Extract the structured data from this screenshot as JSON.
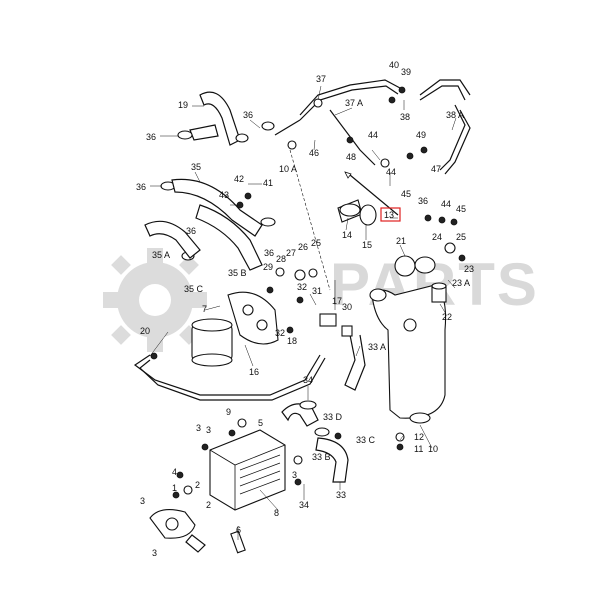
{
  "watermark": {
    "text": "PARTS",
    "color": "#d9d9d9"
  },
  "highlight_color": "#e02020",
  "callouts": [
    {
      "id": "c40",
      "text": "40"
    },
    {
      "id": "c39",
      "text": "39"
    },
    {
      "id": "c37",
      "text": "37"
    },
    {
      "id": "c37a",
      "text": "37 A"
    },
    {
      "id": "c38",
      "text": "38"
    },
    {
      "id": "c38a",
      "text": "38 A"
    },
    {
      "id": "c19",
      "text": "19"
    },
    {
      "id": "c36a",
      "text": "36"
    },
    {
      "id": "c36b",
      "text": "36"
    },
    {
      "id": "c46",
      "text": "46"
    },
    {
      "id": "c10a",
      "text": "10 A"
    },
    {
      "id": "c44a",
      "text": "44"
    },
    {
      "id": "c48",
      "text": "48"
    },
    {
      "id": "c49",
      "text": "49"
    },
    {
      "id": "c47",
      "text": "47"
    },
    {
      "id": "c35",
      "text": "35"
    },
    {
      "id": "c36c",
      "text": "36"
    },
    {
      "id": "c42",
      "text": "42"
    },
    {
      "id": "c43",
      "text": "43"
    },
    {
      "id": "c41",
      "text": "41"
    },
    {
      "id": "c44b",
      "text": "44"
    },
    {
      "id": "c45a",
      "text": "45"
    },
    {
      "id": "c44c",
      "text": "44"
    },
    {
      "id": "c45b",
      "text": "45"
    },
    {
      "id": "c36d",
      "text": "36"
    },
    {
      "id": "c14",
      "text": "14"
    },
    {
      "id": "c15",
      "text": "15"
    },
    {
      "id": "c13",
      "text": "13"
    },
    {
      "id": "c21",
      "text": "21"
    },
    {
      "id": "c24",
      "text": "24"
    },
    {
      "id": "c25b",
      "text": "25"
    },
    {
      "id": "c35a",
      "text": "35 A"
    },
    {
      "id": "c35b",
      "text": "35 B"
    },
    {
      "id": "c36e",
      "text": "36"
    },
    {
      "id": "c36f",
      "text": "36"
    },
    {
      "id": "c35c",
      "text": "35 C"
    },
    {
      "id": "c29",
      "text": "29"
    },
    {
      "id": "c28",
      "text": "28"
    },
    {
      "id": "c27",
      "text": "27"
    },
    {
      "id": "c26",
      "text": "26"
    },
    {
      "id": "c25",
      "text": "25"
    },
    {
      "id": "c32a",
      "text": "32"
    },
    {
      "id": "c31",
      "text": "31"
    },
    {
      "id": "c23",
      "text": "23"
    },
    {
      "id": "c23a",
      "text": "23 A"
    },
    {
      "id": "c30",
      "text": "30"
    },
    {
      "id": "c22",
      "text": "22"
    },
    {
      "id": "c7",
      "text": "7"
    },
    {
      "id": "c20",
      "text": "20"
    },
    {
      "id": "c32b",
      "text": "32"
    },
    {
      "id": "c18",
      "text": "18"
    },
    {
      "id": "c17",
      "text": "17"
    },
    {
      "id": "c33a",
      "text": "33 A"
    },
    {
      "id": "c16",
      "text": "16"
    },
    {
      "id": "c34a",
      "text": "34"
    },
    {
      "id": "c9",
      "text": "9"
    },
    {
      "id": "c5",
      "text": "5"
    },
    {
      "id": "c33d",
      "text": "33 D"
    },
    {
      "id": "c3a",
      "text": "3"
    },
    {
      "id": "c3b",
      "text": "3"
    },
    {
      "id": "c33c",
      "text": "33 C"
    },
    {
      "id": "c12",
      "text": "12"
    },
    {
      "id": "c11",
      "text": "11"
    },
    {
      "id": "c10",
      "text": "10"
    },
    {
      "id": "c33b",
      "text": "33 B"
    },
    {
      "id": "c4",
      "text": "4"
    },
    {
      "id": "c1",
      "text": "1"
    },
    {
      "id": "c2",
      "text": "2"
    },
    {
      "id": "c3c",
      "text": "3"
    },
    {
      "id": "c34b",
      "text": "34"
    },
    {
      "id": "c33",
      "text": "33"
    },
    {
      "id": "c8",
      "text": "8"
    },
    {
      "id": "c3d",
      "text": "3"
    },
    {
      "id": "c2b",
      "text": "2"
    },
    {
      "id": "c6",
      "text": "6"
    },
    {
      "id": "c3e",
      "text": "3"
    }
  ]
}
